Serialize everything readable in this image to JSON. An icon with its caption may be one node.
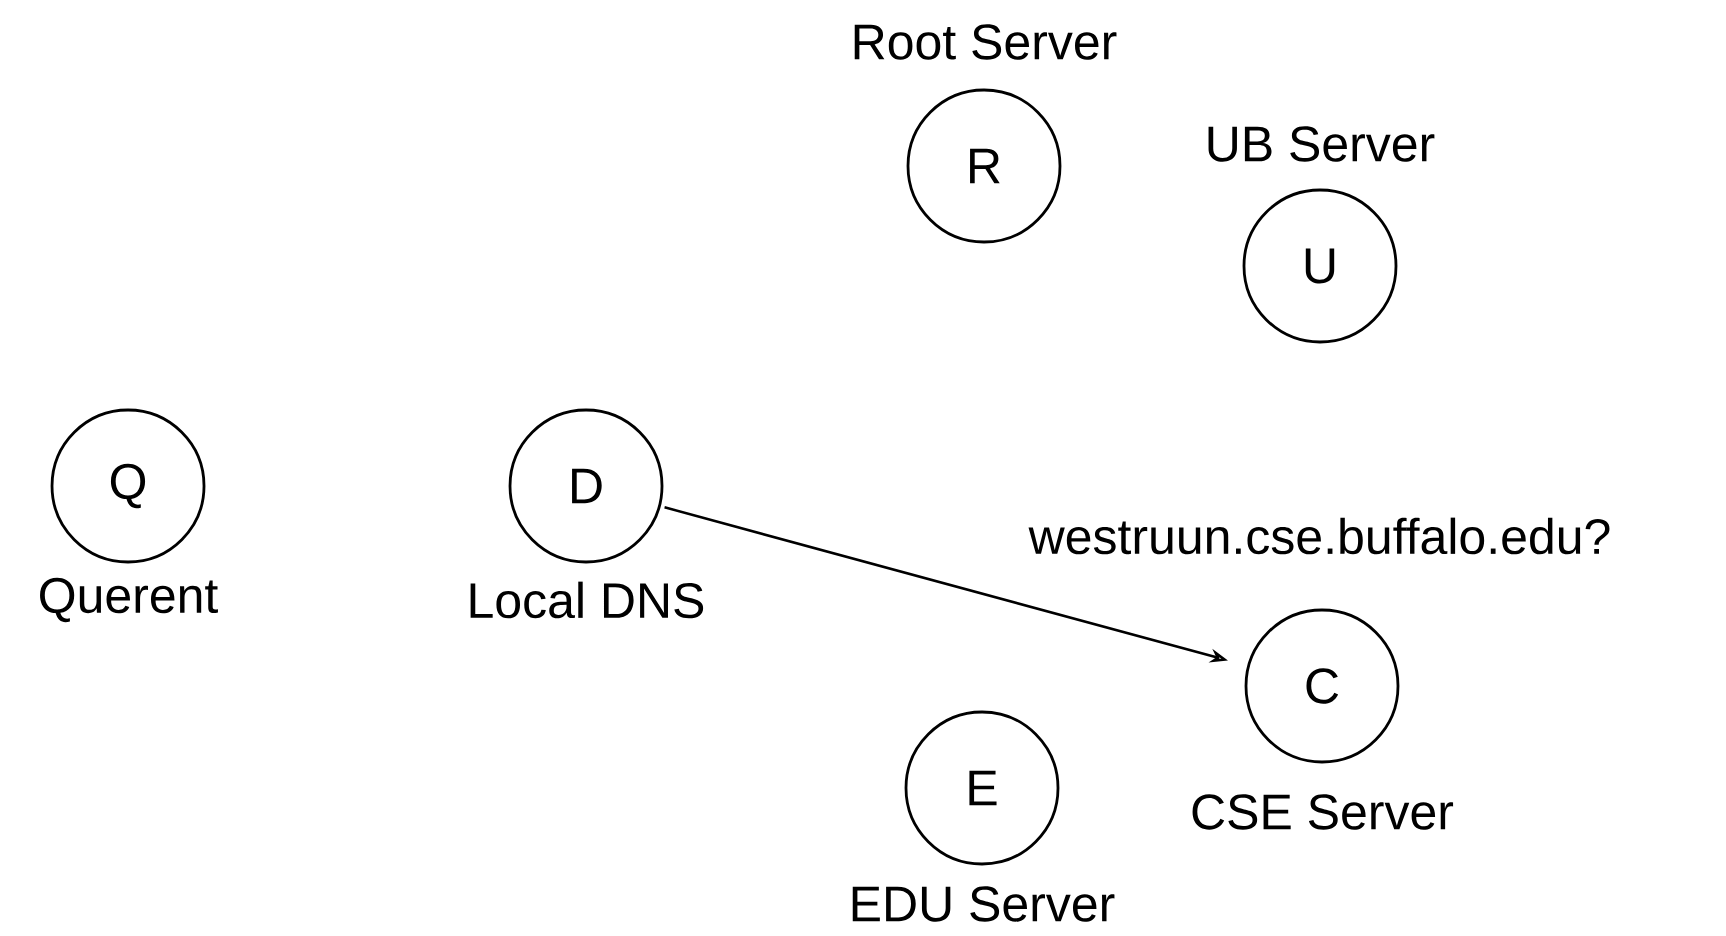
{
  "diagram": {
    "nodes": [
      {
        "text": [
          "Q"
        ],
        "beside": [
          "Querent"
        ]
      },
      {
        "text": [
          "D"
        ],
        "beside": [
          "Local DNS"
        ]
      },
      {
        "text": [
          "R"
        ],
        "beside": [
          "Root Server"
        ]
      },
      {
        "text": [
          "U"
        ],
        "beside": [
          "UB Server"
        ]
      },
      {
        "text": [
          "C"
        ],
        "beside": [
          "CSE Server"
        ]
      },
      {
        "text": [
          "E"
        ],
        "beside": [
          "EDU Server"
        ]
      }
    ],
    "edges": [
      {
        "from": 1,
        "to": 4,
        "arrow": "to",
        "label": "westruun.cse.buffalo.edu?"
      }
    ]
  }
}
